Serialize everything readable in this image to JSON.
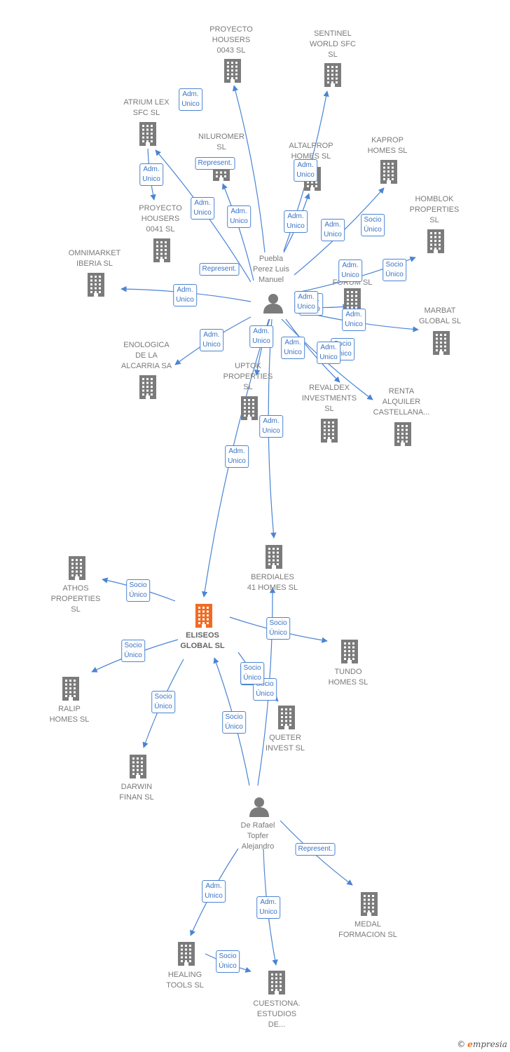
{
  "colors": {
    "edge": "#4a84d3",
    "building": "#7b7b7b",
    "building_main": "#f26a22",
    "person": "#7b7b7b"
  },
  "nodes": [
    {
      "id": "puebla",
      "kind": "person",
      "label": "Puebla\nPerez Luis\nManuel"
    },
    {
      "id": "derafael",
      "kind": "person",
      "label": "De Rafael\nTopfer\nAlejandro"
    },
    {
      "id": "eliseos",
      "kind": "company_main",
      "label": "ELISEOS\nGLOBAL  SL"
    },
    {
      "id": "p0043",
      "kind": "company",
      "label": "PROYECTO\nHOUSERS\n0043  SL"
    },
    {
      "id": "sentinel",
      "kind": "company",
      "label": "SENTINEL\nWORLD SFC\nSL"
    },
    {
      "id": "atrium",
      "kind": "company",
      "label": "ATRIUM LEX\nSFC  SL"
    },
    {
      "id": "niluromer",
      "kind": "company",
      "label": "NILUROMER\nSL"
    },
    {
      "id": "altalprop",
      "kind": "company",
      "label": "ALTALPROP\nHOMES  SL"
    },
    {
      "id": "kaprop",
      "kind": "company",
      "label": "KAPROP\nHOMES  SL"
    },
    {
      "id": "homblok",
      "kind": "company",
      "label": "HOMBLOK\nPROPERTIES\nSL"
    },
    {
      "id": "p0041",
      "kind": "company",
      "label": "PROYECTO\nHOUSERS\n0041  SL"
    },
    {
      "id": "omnimarket",
      "kind": "company",
      "label": "OMNIMARKET\nIBERIA  SL"
    },
    {
      "id": "forum",
      "kind": "company",
      "label": "FORUM  SL"
    },
    {
      "id": "marbat",
      "kind": "company",
      "label": "MARBAT\nGLOBAL  SL"
    },
    {
      "id": "enologica",
      "kind": "company",
      "label": "ENOLOGICA\nDE LA\nALCARRIA SA"
    },
    {
      "id": "uptok",
      "kind": "company",
      "label": "UPTOK\nPROPERTIES\nSL"
    },
    {
      "id": "revaldex",
      "kind": "company",
      "label": "REVALDEX\nINVESTMENTS\nSL"
    },
    {
      "id": "renta",
      "kind": "company",
      "label": "RENTA\nALQUILER\nCASTELLANA..."
    },
    {
      "id": "athos",
      "kind": "company",
      "label": "ATHOS\nPROPERTIES\nSL"
    },
    {
      "id": "berdiales",
      "kind": "company",
      "label": "BERDIALES\n41 HOMES  SL"
    },
    {
      "id": "tundo",
      "kind": "company",
      "label": "TUNDO\nHOMES  SL"
    },
    {
      "id": "ralip",
      "kind": "company",
      "label": "RALIP\nHOMES  SL"
    },
    {
      "id": "queter",
      "kind": "company",
      "label": "QUETER\nINVEST  SL"
    },
    {
      "id": "darwin",
      "kind": "company",
      "label": "DARWIN\nFINAN  SL"
    },
    {
      "id": "medal",
      "kind": "company",
      "label": "MEDAL\nFORMACION SL"
    },
    {
      "id": "healing",
      "kind": "company",
      "label": "HEALING\nTOOLS SL"
    },
    {
      "id": "cuestiona",
      "kind": "company",
      "label": "CUESTIONA.\nESTUDIOS\nDE..."
    }
  ],
  "edges": [
    {
      "from": "puebla",
      "to": "p0043",
      "label": ""
    },
    {
      "from": "puebla",
      "to": "sentinel",
      "label": ""
    },
    {
      "from": "puebla",
      "to": "atrium",
      "label": "Adm.\nUnico"
    },
    {
      "from": "puebla",
      "to": "niluromer",
      "label": "Adm.\nUnico"
    },
    {
      "from": "puebla",
      "to": "altalprop",
      "label": "Adm.\nUnico"
    },
    {
      "from": "puebla",
      "to": "kaprop",
      "label": "Socio\nÚnico"
    },
    {
      "from": "puebla",
      "to": "homblok",
      "label": "Socio\nÚnico"
    },
    {
      "from": "puebla",
      "to": "omnimarket",
      "label": "Adm.\nUnico"
    },
    {
      "from": "puebla",
      "to": "forum",
      "label": "Adm.\nUnico"
    },
    {
      "from": "puebla",
      "to": "marbat",
      "label": "Adm.\nUnico"
    },
    {
      "from": "puebla",
      "to": "enologica",
      "label": "Adm.\nUnico"
    },
    {
      "from": "puebla",
      "to": "uptok",
      "label": "Adm.\nUnico"
    },
    {
      "from": "puebla",
      "to": "revaldex",
      "label": "Socio\nÚnico"
    },
    {
      "from": "puebla",
      "to": "renta",
      "label": ""
    },
    {
      "from": "puebla",
      "to": "berdiales",
      "label": "Adm.\nUnico"
    },
    {
      "from": "puebla",
      "to": "eliseos",
      "label": "Adm.\nUnico"
    },
    {
      "from": "atrium",
      "to": "p0041",
      "label": "Adm.\nUnico"
    },
    {
      "from": "eliseos",
      "to": "athos",
      "label": "Socio\nÚnico"
    },
    {
      "from": "eliseos",
      "to": "tundo",
      "label": "Socio\nÚnico"
    },
    {
      "from": "eliseos",
      "to": "ralip",
      "label": "Socio\nÚnico"
    },
    {
      "from": "eliseos",
      "to": "queter",
      "label": "Socio\nÚnico"
    },
    {
      "from": "eliseos",
      "to": "darwin",
      "label": "Socio\nÚnico"
    },
    {
      "from": "derafael",
      "to": "eliseos",
      "label": "Socio\nÚnico"
    },
    {
      "from": "derafael",
      "to": "berdiales",
      "label": ""
    },
    {
      "from": "derafael",
      "to": "medal",
      "label": "Represent."
    },
    {
      "from": "derafael",
      "to": "healing",
      "label": "Adm.\nUnico"
    },
    {
      "from": "derafael",
      "to": "cuestiona",
      "label": "Adm.\nUnico"
    },
    {
      "from": "healing",
      "to": "cuestiona",
      "label": "Socio\nÚnico"
    }
  ],
  "extra_badges": [
    {
      "label": "Adm.\nUnico"
    },
    {
      "label": "Represent."
    },
    {
      "label": "Adm.\nUnico"
    },
    {
      "label": "Adm.\nUnico"
    },
    {
      "label": "Adm.\nUnico"
    },
    {
      "label": "Adm.\nUnico"
    },
    {
      "label": "Represent."
    },
    {
      "label": "Adm.\nUnico"
    },
    {
      "label": "Adm.\nUnico"
    },
    {
      "label": "Socio\nÚnico"
    },
    {
      "label": "Socio\nÚnico"
    }
  ],
  "footer": {
    "copyright": "©",
    "brand_initial": "e",
    "brand_rest": "mpresia"
  }
}
